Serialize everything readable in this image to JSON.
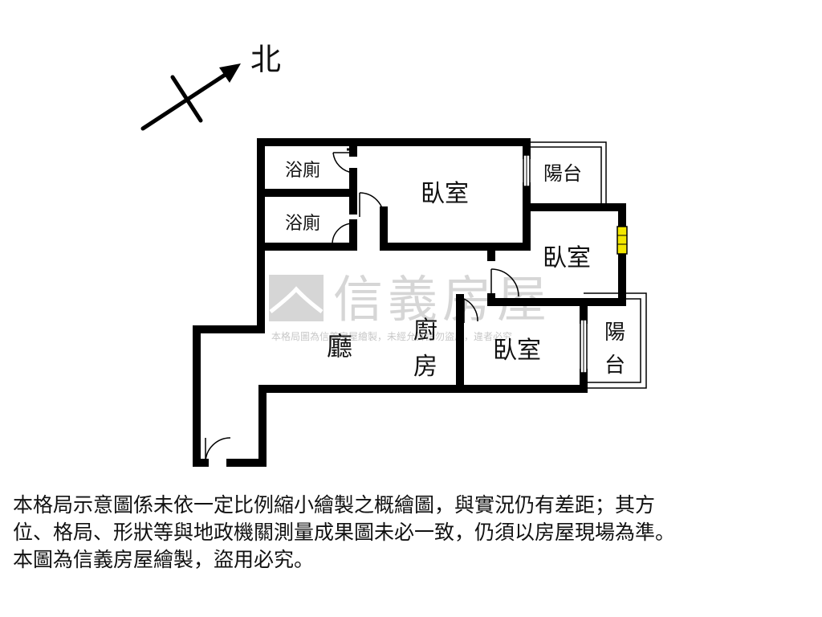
{
  "compass": {
    "north_label": "北"
  },
  "rooms": {
    "bath_1": "浴廁",
    "bath_2": "浴廁",
    "bedroom_1": "臥室",
    "bedroom_2": "臥室",
    "bedroom_3": "臥室",
    "balcony_1": "陽台",
    "balcony_2_line1": "陽",
    "balcony_2_line2": "台",
    "living": "廳",
    "kitchen_line1": "廚",
    "kitchen_line2": "房"
  },
  "watermark": {
    "brand": "信義房屋",
    "notice": "本格局圖為信義房屋繪製，未經允許請勿盜用，違者必究"
  },
  "disclaimer": {
    "line1": "本格局示意圖係未依一定比例縮小繪製之概繪圖，與實況仍有差距；其方",
    "line2": "位、格局、形狀等與地政機關測量成果圖未必一致，仍須以房屋現場為準。",
    "line3": "本圖為信義房屋繪製，盜用必究。"
  },
  "colors": {
    "wall": "#000000",
    "window_yellow": "#f2e600",
    "watermark": "#b5b5b5"
  },
  "icons": [
    "north-arrow-icon",
    "brand-logo-icon"
  ]
}
